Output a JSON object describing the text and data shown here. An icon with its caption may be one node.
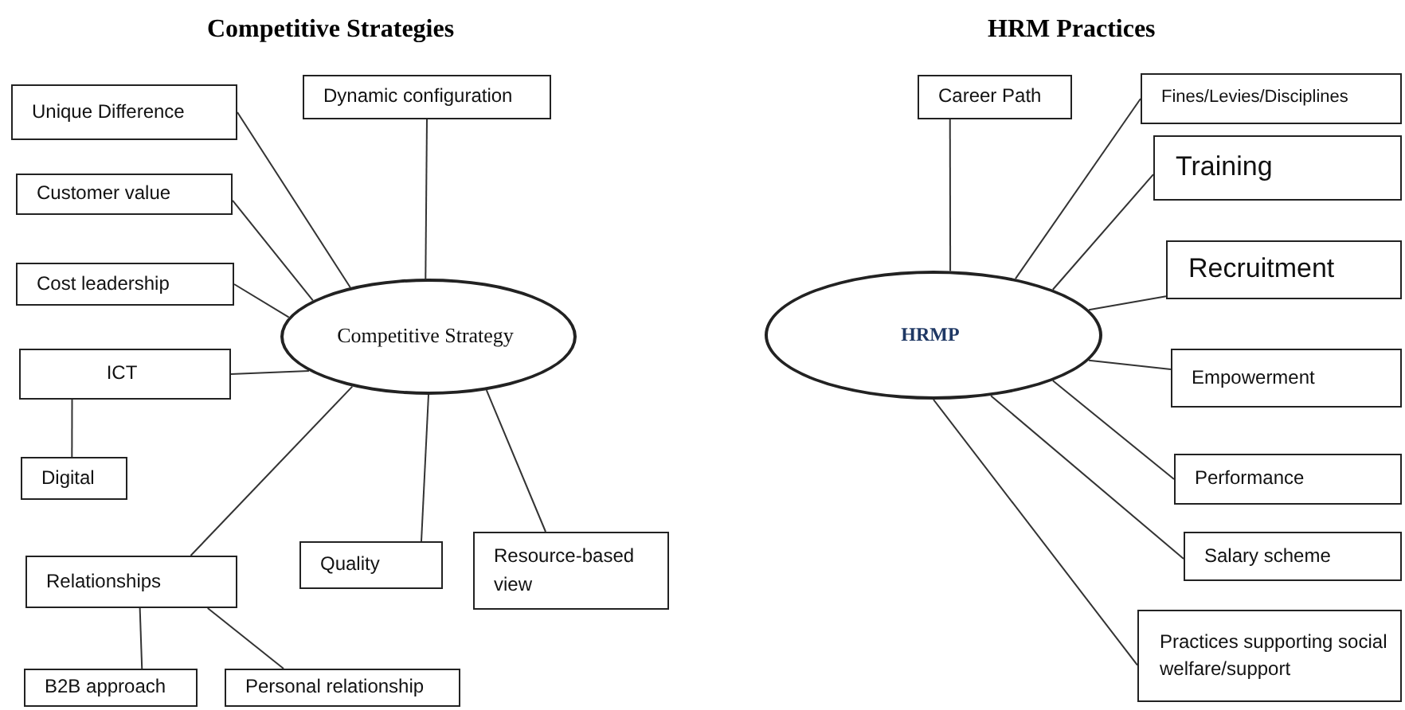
{
  "diagram": {
    "nodes": [
      {
        "text": [
          "Competitive Strategy"
        ]
      },
      {
        "text": [
          "Unique Difference"
        ]
      },
      {
        "text": [
          "Dynamic configuration"
        ]
      },
      {
        "text": [
          "Customer value"
        ]
      },
      {
        "text": [
          "Cost leadership"
        ]
      },
      {
        "text": [
          "ICT"
        ]
      },
      {
        "text": [
          "Digital"
        ]
      },
      {
        "text": [
          "Relationships"
        ]
      },
      {
        "text": [
          "Quality"
        ]
      },
      {
        "text": [
          "Resource-based view"
        ]
      },
      {
        "text": [
          "B2B approach"
        ]
      },
      {
        "text": [
          "Personal relationship"
        ]
      },
      {
        "text": [
          "HRMP"
        ]
      },
      {
        "text": [
          "Career Path"
        ]
      },
      {
        "text": [
          "Fines/Levies/Disciplines"
        ]
      },
      {
        "text": [
          "Training"
        ]
      },
      {
        "text": [
          "Recruitment"
        ]
      },
      {
        "text": [
          "Empowerment"
        ]
      },
      {
        "text": [
          "Performance"
        ]
      },
      {
        "text": [
          "Salary scheme"
        ]
      },
      {
        "text": [
          "Practices supporting social welfare/support"
        ]
      }
    ],
    "edges": [
      {
        "from": 0,
        "to": 1,
        "arrow": "none"
      },
      {
        "from": 0,
        "to": 2,
        "arrow": "none"
      },
      {
        "from": 0,
        "to": 3,
        "arrow": "none"
      },
      {
        "from": 0,
        "to": 4,
        "arrow": "none"
      },
      {
        "from": 0,
        "to": 5,
        "arrow": "none"
      },
      {
        "from": 5,
        "to": 6,
        "arrow": "none"
      },
      {
        "from": 0,
        "to": 7,
        "arrow": "none"
      },
      {
        "from": 0,
        "to": 8,
        "arrow": "none"
      },
      {
        "from": 0,
        "to": 9,
        "arrow": "none"
      },
      {
        "from": 7,
        "to": 10,
        "arrow": "none"
      },
      {
        "from": 7,
        "to": 11,
        "arrow": "none"
      },
      {
        "from": 12,
        "to": 13,
        "arrow": "none"
      },
      {
        "from": 12,
        "to": 14,
        "arrow": "none"
      },
      {
        "from": 12,
        "to": 15,
        "arrow": "none"
      },
      {
        "from": 12,
        "to": 16,
        "arrow": "none"
      },
      {
        "from": 12,
        "to": 17,
        "arrow": "none"
      },
      {
        "from": 12,
        "to": 18,
        "arrow": "none"
      },
      {
        "from": 12,
        "to": 19,
        "arrow": "none"
      },
      {
        "from": 12,
        "to": 20,
        "arrow": "none"
      }
    ],
    "labels": [
      "Competitive Strategies",
      "HRM Practices"
    ]
  }
}
